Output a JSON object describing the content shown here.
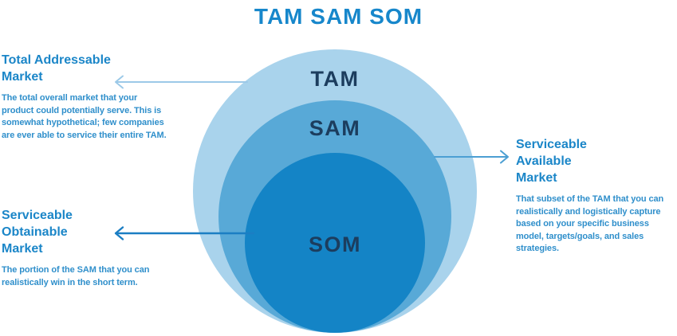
{
  "title": "TAM SAM SOM",
  "colors": {
    "title_text": "#1787CB",
    "heading_text": "#1B86C8",
    "body_text": "#2F8FCB",
    "circle_label_text": "#1C3D5E",
    "tam_circle": "#A9D3EC",
    "sam_circle": "#58A9D7",
    "som_circle": "#1484C6",
    "tam_arrow": "#9CC9E8",
    "sam_arrow": "#4C9FD3",
    "som_arrow": "#1B7EC3"
  },
  "circles": [
    {
      "id": "tam",
      "label": "TAM"
    },
    {
      "id": "sam",
      "label": "SAM"
    },
    {
      "id": "som",
      "label": "SOM"
    }
  ],
  "annotations": {
    "tam": {
      "heading": "Total Addressable Market",
      "body": "The total overall market that your product could potentially serve. This is somewhat hypothetical; few companies are ever able to service their entire TAM."
    },
    "sam": {
      "heading": "Serviceable Available Market",
      "body": "That subset of the TAM that you can realistically and logistically capture based on your specific business model, targets/goals, and sales strategies."
    },
    "som": {
      "heading": "Serviceable Obtainable Market",
      "body": "The portion of the SAM that you can realistically win in the short term."
    }
  }
}
